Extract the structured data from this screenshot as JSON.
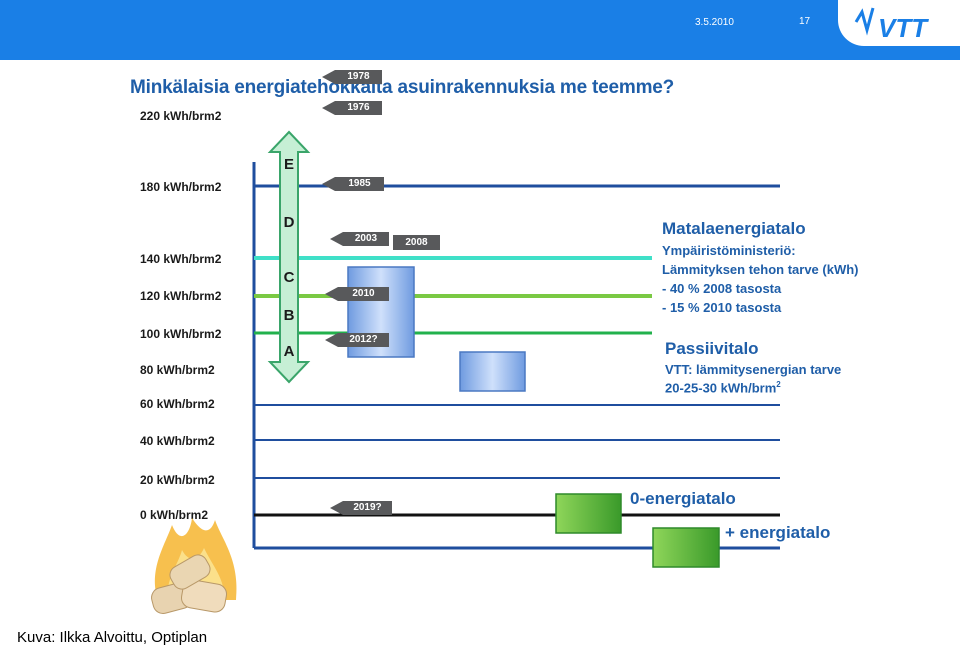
{
  "header": {
    "date": "3.5.2010",
    "page_number": "17",
    "logo_text": "VTT"
  },
  "slide": {
    "title": "Minkälaisia energiatehokkaita asuinrakennuksia me teemme?",
    "credit": "Kuva: Ilkka Alvoittu, Optiplan"
  },
  "scale_labels": [
    "220 kWh/brm2",
    "180 kWh/brm2",
    "140 kWh/brm2",
    "120 kWh/brm2",
    "100 kWh/brm2",
    "80 kWh/brm2",
    "60 kWh/brm2",
    "40 kWh/brm2",
    "20 kWh/brm2",
    "0 kWh/brm2"
  ],
  "energy_classes": [
    "E",
    "D",
    "C",
    "B",
    "A"
  ],
  "year_markers": [
    "1978",
    "1976",
    "1985",
    "2003",
    "2008",
    "2010",
    "2012?",
    "2019?"
  ],
  "low_energy": {
    "title": "Matalaenergiatalo",
    "line1": "Ympäiristöministeriö:",
    "line2": "Lämmityksen tehon tarve (kWh)",
    "line3": "- 40 % 2008 tasosta",
    "line4": "- 15 % 2010 tasosta"
  },
  "passive": {
    "title": "Passiivitalo",
    "line1": "VTT: lämmitysenergian tarve",
    "line2": "20-25-30 kWh/brm",
    "line2_sup": "2"
  },
  "zero_energy_label": "0-energiatalo",
  "plus_energy_label": "+ energiatalo",
  "colors": {
    "header_blue": "#1a7fe6",
    "title_blue": "#1f5ea8",
    "line_blue": "#1f4e9e",
    "line_cyan": "#3fe0c8",
    "line_lightgreen": "#7ac943",
    "line_green": "#22b14c",
    "marker_gray": "#58595b",
    "arrow_green": "#c6efd5",
    "box_blue": "#8db4ec",
    "box_green": "#58b73a"
  }
}
